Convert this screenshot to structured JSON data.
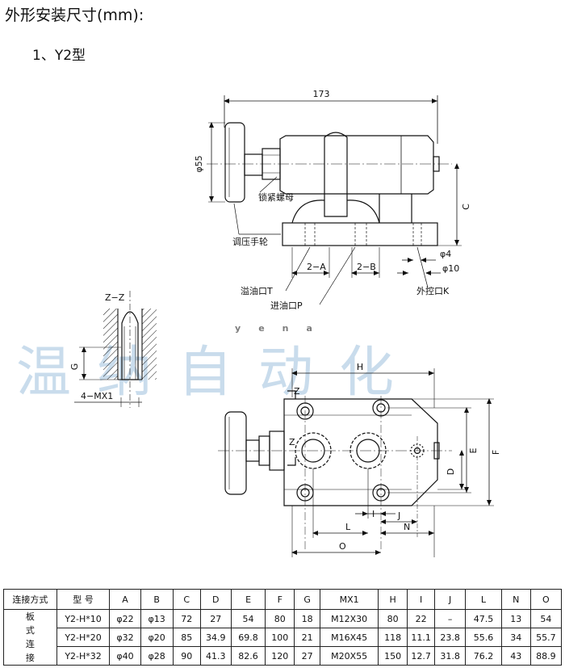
{
  "heading": "外形安装尺寸(mm):",
  "subheading": "1、Y2型",
  "watermark": {
    "latin": "yena",
    "cjk": "温纳自动化"
  },
  "drawing_top": {
    "dim_173": "173",
    "dim_phi55": "φ55",
    "lock_nut": "锁紧螺母",
    "handwheel": "调压手轮",
    "dim_2A": "2−A",
    "dim_2B": "2−B",
    "dim_C": "C",
    "dim_phi4": "φ4",
    "dim_phi10": "φ10",
    "overflow_port": "溢油口T",
    "inlet_port": "进油口P",
    "external_port": "外控口K"
  },
  "drawing_zz": {
    "title": "Z−Z",
    "dim_G": "G",
    "dim_4MX1": "4−MX1"
  },
  "drawing_bottom": {
    "dim_H": "H",
    "z_upper": "Z",
    "z_lower": "Z",
    "dim_E": "E",
    "dim_F": "F",
    "dim_D": "D",
    "dim_I": "I",
    "dim_J": "J",
    "dim_L": "L",
    "dim_N": "N",
    "dim_O": "O"
  },
  "table": {
    "headers": [
      "连接方式",
      "型 号",
      "A",
      "B",
      "C",
      "D",
      "E",
      "F",
      "G",
      "MX1",
      "H",
      "I",
      "J",
      "L",
      "N",
      "O"
    ],
    "connection_type": "板式连接",
    "rows": [
      [
        "Y2-H*10",
        "φ22",
        "φ13",
        "72",
        "27",
        "54",
        "80",
        "18",
        "M12X30",
        "80",
        "22",
        "–",
        "47.5",
        "13",
        "54"
      ],
      [
        "Y2-H*20",
        "φ32",
        "φ20",
        "85",
        "34.9",
        "69.8",
        "100",
        "21",
        "M16X45",
        "118",
        "11.1",
        "23.8",
        "55.6",
        "34",
        "55.7"
      ],
      [
        "Y2-H*32",
        "φ40",
        "φ28",
        "90",
        "41.3",
        "82.6",
        "120",
        "27",
        "M20X55",
        "150",
        "12.7",
        "31.8",
        "76.2",
        "43",
        "88.9"
      ]
    ]
  }
}
